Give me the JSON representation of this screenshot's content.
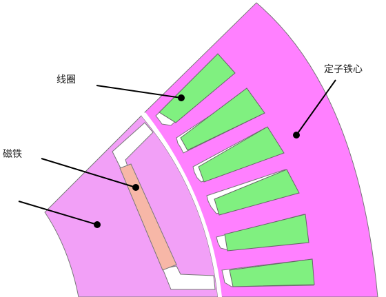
{
  "labels": {
    "coil": "线圈",
    "stator_core": "定子铁心",
    "magnet": "磁铁"
  },
  "colors": {
    "stator_core": "#ff80ff",
    "rotor_core": "#f2a0f7",
    "coil": "#80f080",
    "magnet": "#f7b7a7",
    "air_gap": "#ffffff"
  }
}
